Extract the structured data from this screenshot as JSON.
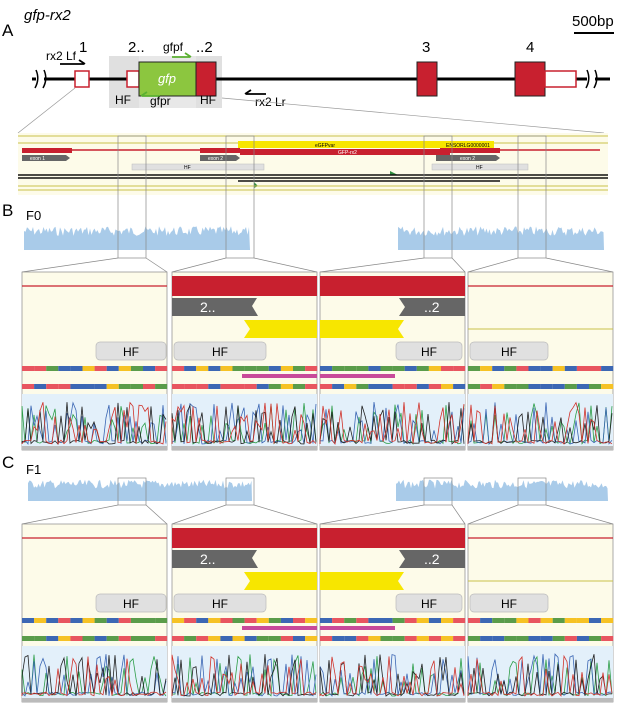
{
  "panels": {
    "a": {
      "letter": "A",
      "construct": "gfp-rx2",
      "scale": "500bp",
      "exons": [
        "1",
        "2..",
        "..2",
        "3",
        "4"
      ],
      "gfp": "gfp",
      "hf": "HF",
      "primers": {
        "lf": "rx2 Lf",
        "gfpf": "gfpf",
        "gfpr": "gfpr",
        "lr": "rx2 Lr"
      }
    },
    "b": {
      "letter": "B",
      "generation": "F0"
    },
    "c": {
      "letter": "C",
      "generation": "F1"
    }
  },
  "browser": {
    "egfp": "eGFPvar",
    "ensembl": "ENSORLG0000001",
    "gfp_rx2": "GFP-rx2",
    "exon1": "exon 1",
    "exon2a": "exon 2",
    "exon2b": "exon 2",
    "hf": "HF"
  },
  "zoom": {
    "split_left": "2..",
    "split_right": "..2",
    "hf": "HF"
  },
  "colors": {
    "exon": "#c8202f",
    "gfp": "#8cc63f",
    "yellow": "#f7e600",
    "coverage": "#a9cbe9",
    "hf_box": "#e0e0e0"
  }
}
